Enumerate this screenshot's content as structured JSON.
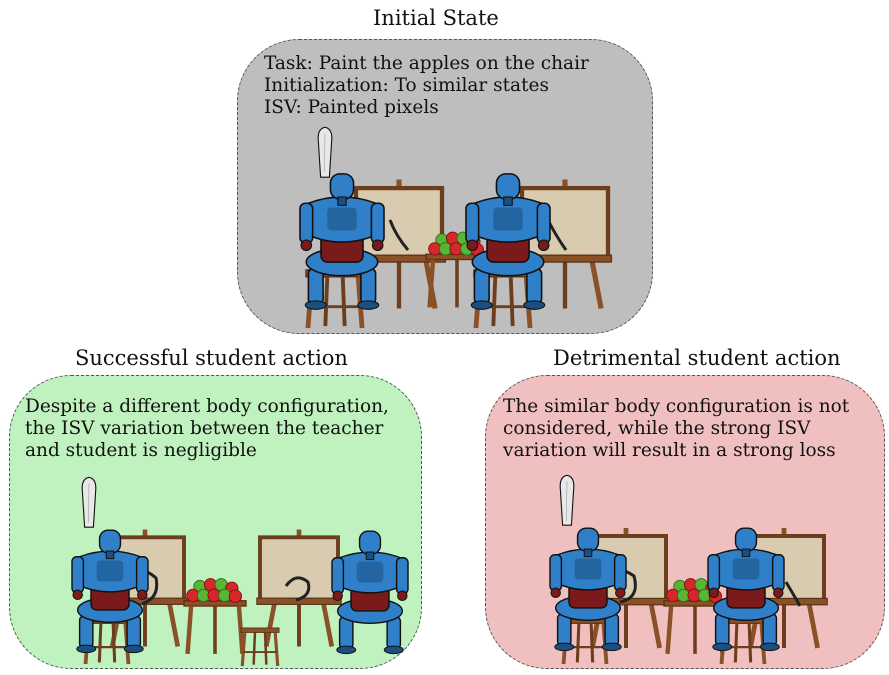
{
  "initial": {
    "title": "Initial State",
    "lines": [
      "Task: Paint the apples on the chair",
      "Initialization: To similar states",
      "ISV: Painted pixels"
    ],
    "color": "#bebebe"
  },
  "successful": {
    "title": "Successful student action",
    "lines": [
      "Despite a different body configuration,",
      "the ISV variation between the teacher",
      "and student is negligible"
    ],
    "color": "#c0f2bf"
  },
  "detrimental": {
    "title": "Detrimental student action",
    "lines": [
      "The similar body configuration is not",
      "considered, while the strong ISV",
      "variation will result in a strong loss"
    ],
    "color": "#f0c0c0"
  },
  "colors": {
    "robot": "#2f80c8",
    "robot_dark": "#1a4f80",
    "torso": "#7a1a1a",
    "wood": "#8a5128",
    "canvas": "#d9cbb0",
    "apple_red": "#d8262a",
    "apple_green": "#59b534",
    "chef_hat": "#e8e8e8"
  },
  "icons": [
    "robot-teacher-with-chef-hat",
    "robot-student",
    "easel-with-canvas",
    "stool",
    "table-with-apples",
    "paint-stroke"
  ]
}
